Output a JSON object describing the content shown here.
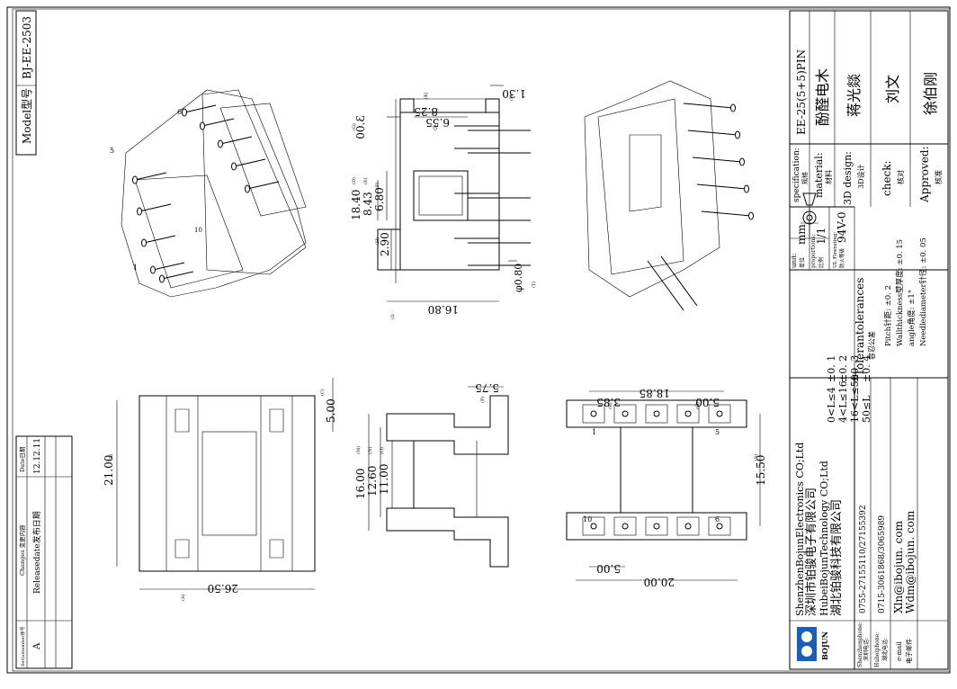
{
  "model": {
    "label": "Model型号",
    "value": "BJ-EE-2503"
  },
  "changes_table": {
    "col_serial": "Serialnumber序号",
    "col_changes": "Changes 变更内容",
    "col_date": "Date日期",
    "row_serial": "A",
    "row_changes": "Releasedate发布日期",
    "row_date": "12.12.11"
  },
  "title_block": {
    "company_en_1": "ShenzhenBojunElectronics CO;Ltd",
    "company_cn_1": "深圳市铂骏电子有限公司",
    "company_en_2": "HubeiBojunTechnology CO;Ltd",
    "company_cn_2": "湖北铂骏科技有限公司",
    "logo_text": "BOJUN",
    "shenzhen_phone_label": "Shenzhenphone:",
    "shenzhen_phone_cn": "深圳电话:",
    "shenzhen_phone": "0755-27155110/27155392",
    "hubei_phone_label": "Hubeiphone:",
    "hubei_phone_cn": "湖北电话:",
    "hubei_phone": "0715-3061868/3065989",
    "email_label": "e-mail",
    "email_cn": "电子邮件",
    "email_1": "Xln@ibojun. com",
    "email_2": "Wdm@ibojun. com",
    "tolerances_title": "Tolerantolerances",
    "tolerances_cn": "容忍公差",
    "tolerances": [
      {
        "range": "0<L≤4",
        "tol": "±0. 1"
      },
      {
        "range": "4<L≤16",
        "tol": "±0. 2"
      },
      {
        "range": "16<L≤50",
        "tol": "±0. 3"
      },
      {
        "range": "50≤L",
        "tol": "±0. 4"
      }
    ],
    "pitch": "Pitch针距: ±0. 2",
    "wall": "Wallthickness壁厚度: ±0. 15",
    "angle": "angle角度: ±1°",
    "needle": "Needlediameter针径: ±0. 05",
    "unit_label": "unit:",
    "unit_cn": "单位",
    "unit": "mm",
    "proportion_label": "proportions:",
    "proportion_cn": "比例",
    "proportion": "1/1",
    "ul_label": "UL Firerating:",
    "ul_cn": "防火等级",
    "ul": "94V-0",
    "spec_label": "specification:",
    "spec_cn": "规格",
    "spec": "EE-25(5+5)PIN",
    "material_label": "material:",
    "material_cn": "材料",
    "material": "酚醛电木",
    "design_label": "3D design:",
    "design_cn": "3D设计",
    "designer": "蒋光燚",
    "check_label": "check:",
    "check_cn": "核对",
    "checker": "刘文",
    "approved_label": "Approved:",
    "approved_cn": "核准",
    "approver": "徐伯刚"
  },
  "dimensions": {
    "top_side": [
      "18.40",
      "8.43",
      "6.80",
      "2.90",
      "3.00",
      "8.25",
      "6.55",
      "1.30",
      "16.80",
      "φ0.80"
    ],
    "top_side_tags": [
      "(D)",
      "(E)",
      "(F)",
      "(H)",
      "(G)",
      "(K)",
      "(J)",
      "(L)",
      "(I)",
      "(T)"
    ],
    "bottom_left": [
      "21.00",
      "26.50",
      "5.00"
    ],
    "bottom_left_tags": [
      "(B)",
      "(A)",
      "(C)"
    ],
    "bottom_mid": [
      "16.00",
      "12.60",
      "11.00",
      "5.75"
    ],
    "bottom_mid_tags": [
      "(M)",
      "(N)",
      "(O)",
      "(P)"
    ],
    "bottom_right": [
      "18.85",
      "3.85",
      "5.00",
      "15.50",
      "5.00",
      "20.00"
    ],
    "bottom_right_tags": [
      "(R)",
      "(Q)",
      "(S)"
    ],
    "pin_labels": [
      "1",
      "5",
      "10",
      "6"
    ],
    "iso_pin_labels": [
      "1",
      "5",
      "6",
      "10"
    ]
  }
}
